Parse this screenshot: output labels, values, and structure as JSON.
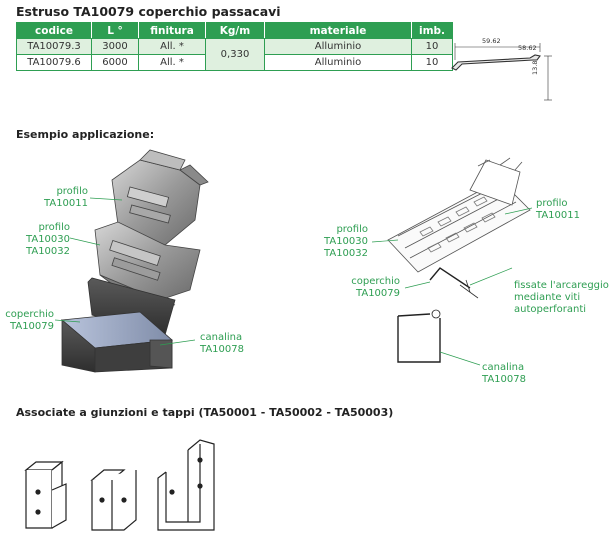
{
  "title": "Estruso TA10079 coperchio passacavi",
  "table": {
    "headers": [
      "codice",
      "L °",
      "finitura",
      "Kg/m",
      "materiale",
      "imb."
    ],
    "rows": [
      {
        "codice": "TA10079.3",
        "l": "3000",
        "finitura": "All. *",
        "materiale": "Alluminio",
        "imb": "10"
      },
      {
        "codice": "TA10079.6",
        "l": "6000",
        "finitura": "All. *",
        "materiale": "Alluminio",
        "imb": "10"
      }
    ],
    "kgm": "0,330"
  },
  "profile_dims": {
    "width": "59.62",
    "width2": "58.62",
    "height": "13.8"
  },
  "section_application": "Esempio applicazione:",
  "left_labels": {
    "profilo_1": [
      "profilo",
      "TA10011"
    ],
    "profilo_2": [
      "profilo",
      "TA10030",
      "TA10032"
    ],
    "coperchio": [
      "coperchio",
      "TA10079"
    ],
    "canalina": [
      "canalina",
      "TA10078"
    ]
  },
  "right_labels": {
    "profilo_1": [
      "profilo",
      "TA10011"
    ],
    "profilo_2": [
      "profilo",
      "TA10030",
      "TA10032"
    ],
    "coperchio": [
      "coperchio",
      "TA10079"
    ],
    "fissate": [
      "fissate l'arcareggio",
      "mediante viti",
      "autoperforanti"
    ],
    "canalina": [
      "canalina",
      "TA10078"
    ]
  },
  "section_associate": "Associate a giunzioni e tappi (TA50001 - TA50002 - TA50003)",
  "colors": {
    "accent": "#2e9e52",
    "row_alt": "#dff0df"
  }
}
